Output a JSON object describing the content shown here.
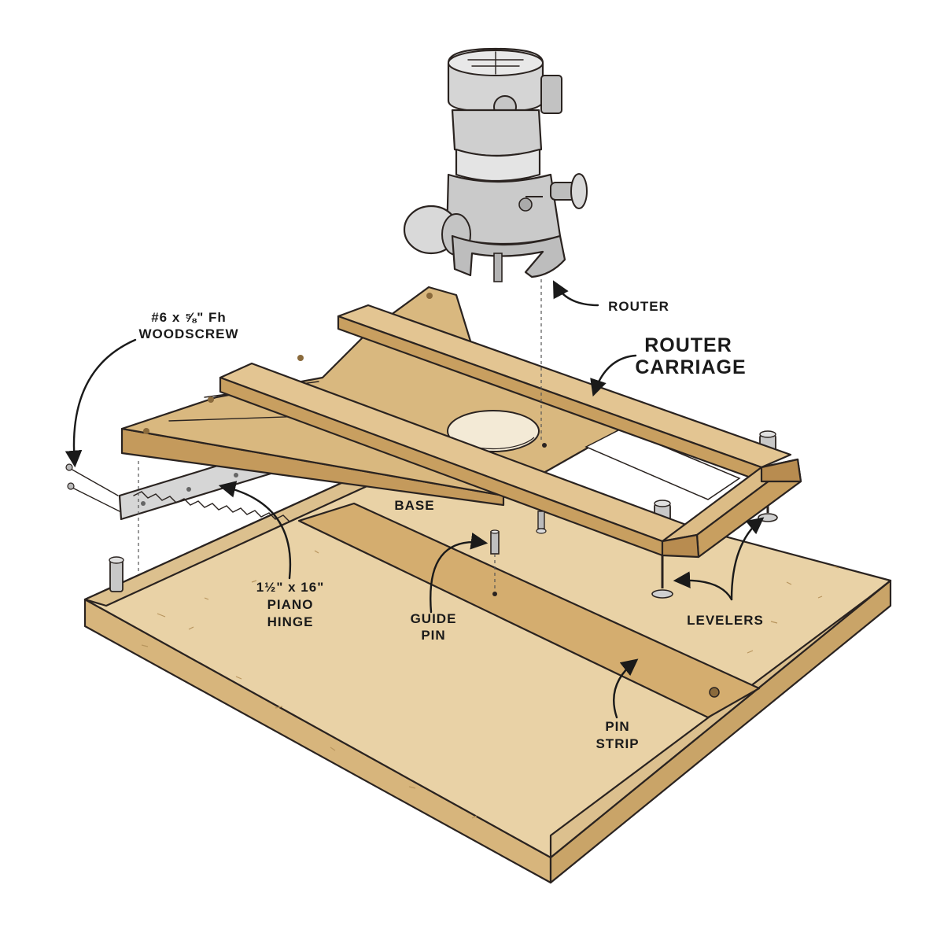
{
  "labels": {
    "router": "ROUTER",
    "router_carriage_line1": "ROUTER",
    "router_carriage_line2": "CARRIAGE",
    "woodscrew_line1": "#6 x ⅝\" Fh",
    "woodscrew_line2": "WOODSCREW",
    "base": "BASE",
    "piano_hinge_line1": "1½\" x 16\"",
    "piano_hinge_line2": "PIANO",
    "piano_hinge_line3": "HINGE",
    "guide_pin_line1": "GUIDE",
    "guide_pin_line2": "PIN",
    "levelers": "LEVELERS",
    "pin_strip_line1": "PIN",
    "pin_strip_line2": "STRIP"
  },
  "colors": {
    "wood_light": "#e9d2a6",
    "wood_mid": "#d9b87f",
    "wood_dark": "#c49a5c",
    "router_gray": "#c9c9c9",
    "router_dark": "#8e8e8e"
  }
}
